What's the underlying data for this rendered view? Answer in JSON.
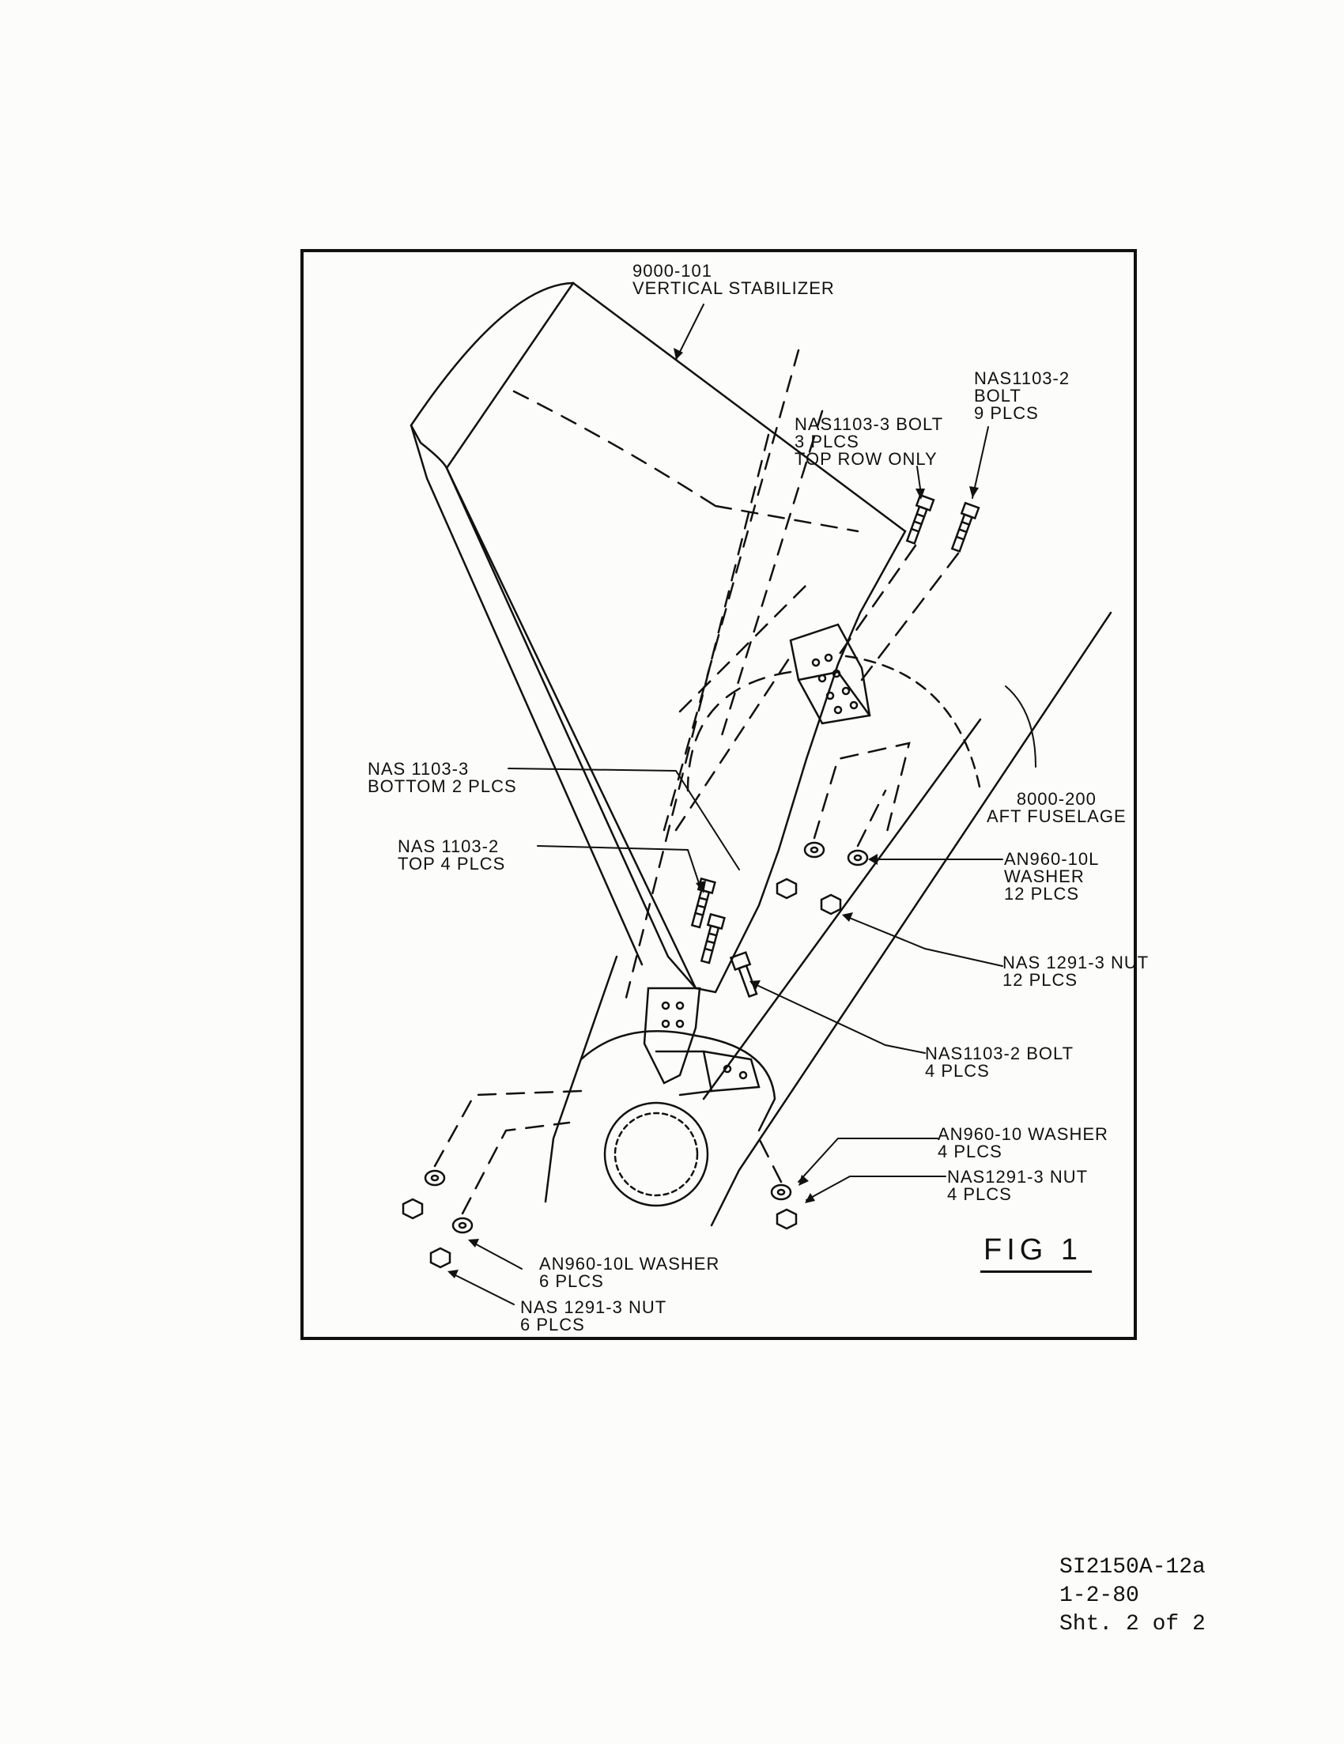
{
  "labels": {
    "stabilizer": [
      "9000-101",
      "VERTICAL STABILIZER"
    ],
    "bolt_9plcs": [
      "NAS1103-2",
      "BOLT",
      "9 PLCS"
    ],
    "bolt_3plcs": [
      "NAS1103-3 BOLT",
      "3 PLCS",
      "TOP ROW ONLY"
    ],
    "nas1103_3_bottom": [
      "NAS 1103-3",
      "BOTTOM 2 PLCS"
    ],
    "nas1103_2_top": [
      "NAS 1103-2",
      "TOP 4 PLCS"
    ],
    "aft_fuselage": [
      "8000-200",
      "AFT FUSELAGE"
    ],
    "washer_12": [
      "AN960-10L",
      "WASHER",
      "12 PLCS"
    ],
    "nut_12": [
      "NAS 1291-3 NUT",
      "12 PLCS"
    ],
    "bolt_4plcs": [
      "NAS1103-2  BOLT",
      "4 PLCS"
    ],
    "washer_4": [
      "AN960-10 WASHER",
      "4 PLCS"
    ],
    "nut_4": [
      "NAS1291-3  NUT",
      "4 PLCS"
    ],
    "washer_6": [
      "AN960-10L WASHER",
      "6 PLCS"
    ],
    "nut_6": [
      "NAS 1291-3  NUT",
      "6 PLCS"
    ]
  },
  "figure_label": "FIG 1",
  "document_ref": {
    "number": "SI2150A-12a",
    "date": "1-2-80",
    "sheet": "Sht. 2 of 2"
  }
}
